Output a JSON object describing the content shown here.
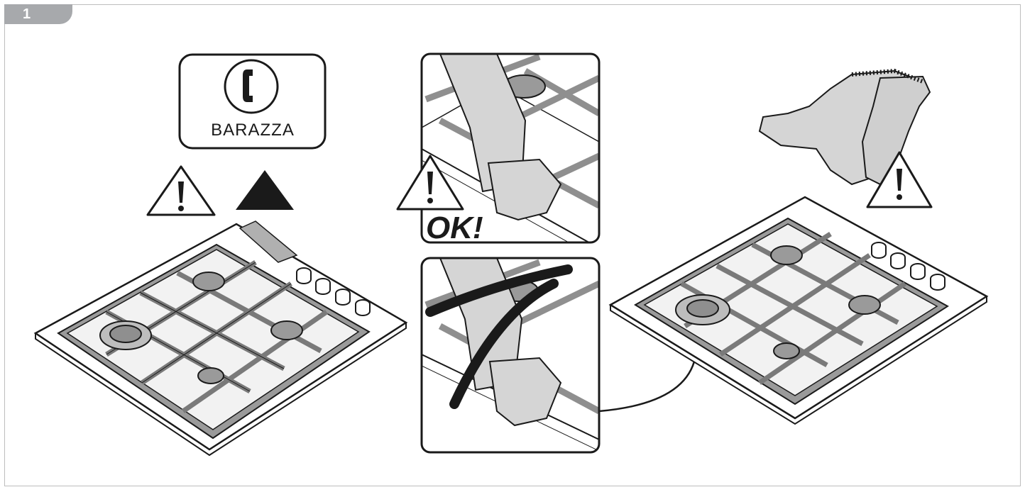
{
  "step": {
    "number": "1"
  },
  "brand_sign": {
    "label": "BARAZZA",
    "icon": "telephone-handset-icon"
  },
  "ok_panel": {
    "label": "OK!"
  },
  "colors": {
    "tab": "#a7a9ac",
    "line": "#1a1a1a",
    "grate": "#8f8f8f",
    "burner": "#9a9a9a",
    "glove": "#d5d5d5",
    "bag": "#b0b0b0"
  }
}
